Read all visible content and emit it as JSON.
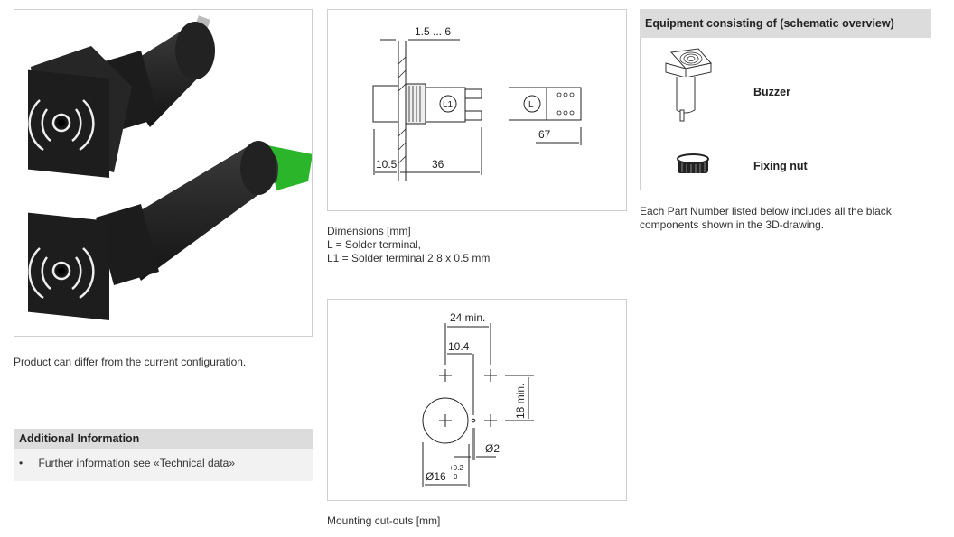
{
  "product_image": {
    "caption": "Product can differ from the current configuration."
  },
  "additional_info": {
    "title": "Additional Information",
    "items": [
      "Further information see «Technical data»"
    ]
  },
  "dimensions": {
    "labels": {
      "thickness": "1.5 ... 6",
      "front": "10.5",
      "body": "36",
      "length_L": "67",
      "terminal_L1": "L1",
      "terminal_L": "L"
    },
    "caption_lines": [
      "Dimensions [mm]",
      "L = Solder terminal,",
      "L1 = Solder terminal 2.8 x 0.5 mm"
    ]
  },
  "cutouts": {
    "labels": {
      "width": "24 min.",
      "offset": "10.4",
      "height": "18 min.",
      "hole": "Ø2",
      "diameter": "Ø16",
      "tol_plus": "+0.2",
      "tol_zero": "0"
    },
    "caption": "Mounting cut-outs [mm]"
  },
  "equipment": {
    "title": "Equipment consisting of (schematic overview)",
    "items": [
      {
        "label": "Buzzer",
        "icon": "buzzer-icon"
      },
      {
        "label": "Fixing nut",
        "icon": "fixing-nut-icon"
      }
    ],
    "note": "Each Part Number listed below includes all the black components shown in the 3D-drawing."
  }
}
